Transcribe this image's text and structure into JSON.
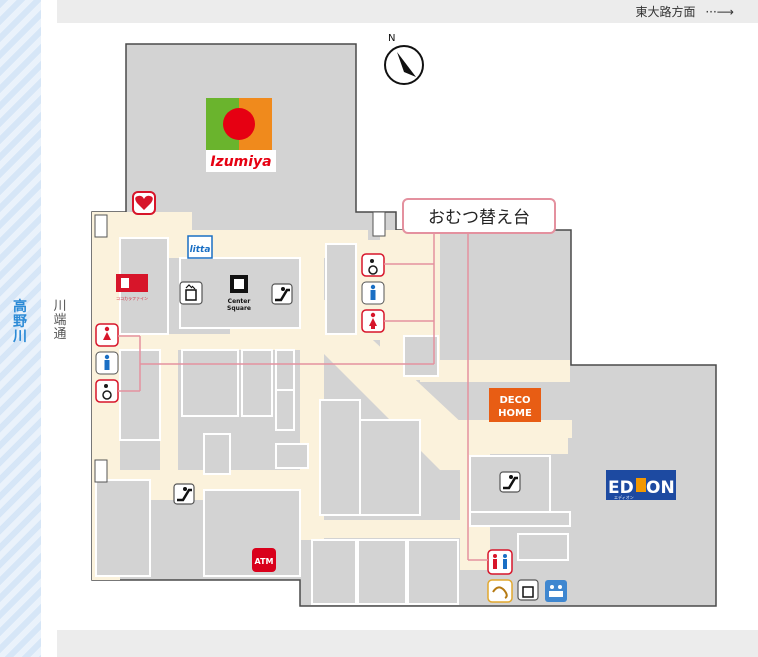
{
  "river_label": "高野川",
  "road_label": "川端通",
  "direction_label": "東大路方面",
  "compass_label": "N",
  "callout": "おむつ替え台",
  "stores": {
    "izumiya": "Izumiya",
    "deco_home_line1": "DECO",
    "deco_home_line2": "HOME",
    "edion_ed": "ED",
    "edion_on": "ON",
    "edion_sub": "エディオン",
    "center_square_line1": "Center",
    "center_square_line2": "Square",
    "litta": "litta",
    "cocokara": "ココカラファイン",
    "atm": "ATM"
  },
  "colors": {
    "izumiya_green": "#6ab42d",
    "izumiya_orange": "#f08a1c",
    "izumiya_red": "#e60012",
    "deco_orange": "#e85d14",
    "edion_blue": "#1d4aa1",
    "edion_orange": "#f39800",
    "atm_red": "#d9001b",
    "mens_blue": "#1a6fc4",
    "womens_red": "#d7152a",
    "callout_pink": "#e4919f",
    "corridor": "#fbf2dc",
    "shop_gray": "#d3d3d3"
  },
  "icons": [
    "compass-icon",
    "aed-icon",
    "escalator-icon",
    "elevator-icon",
    "wheelchair-toilet-icon",
    "mens-toilet-icon",
    "womens-toilet-icon",
    "family-toilet-icon",
    "nursing-room-icon",
    "baby-care-icon",
    "stairs-icon",
    "arrow-right-icon"
  ]
}
